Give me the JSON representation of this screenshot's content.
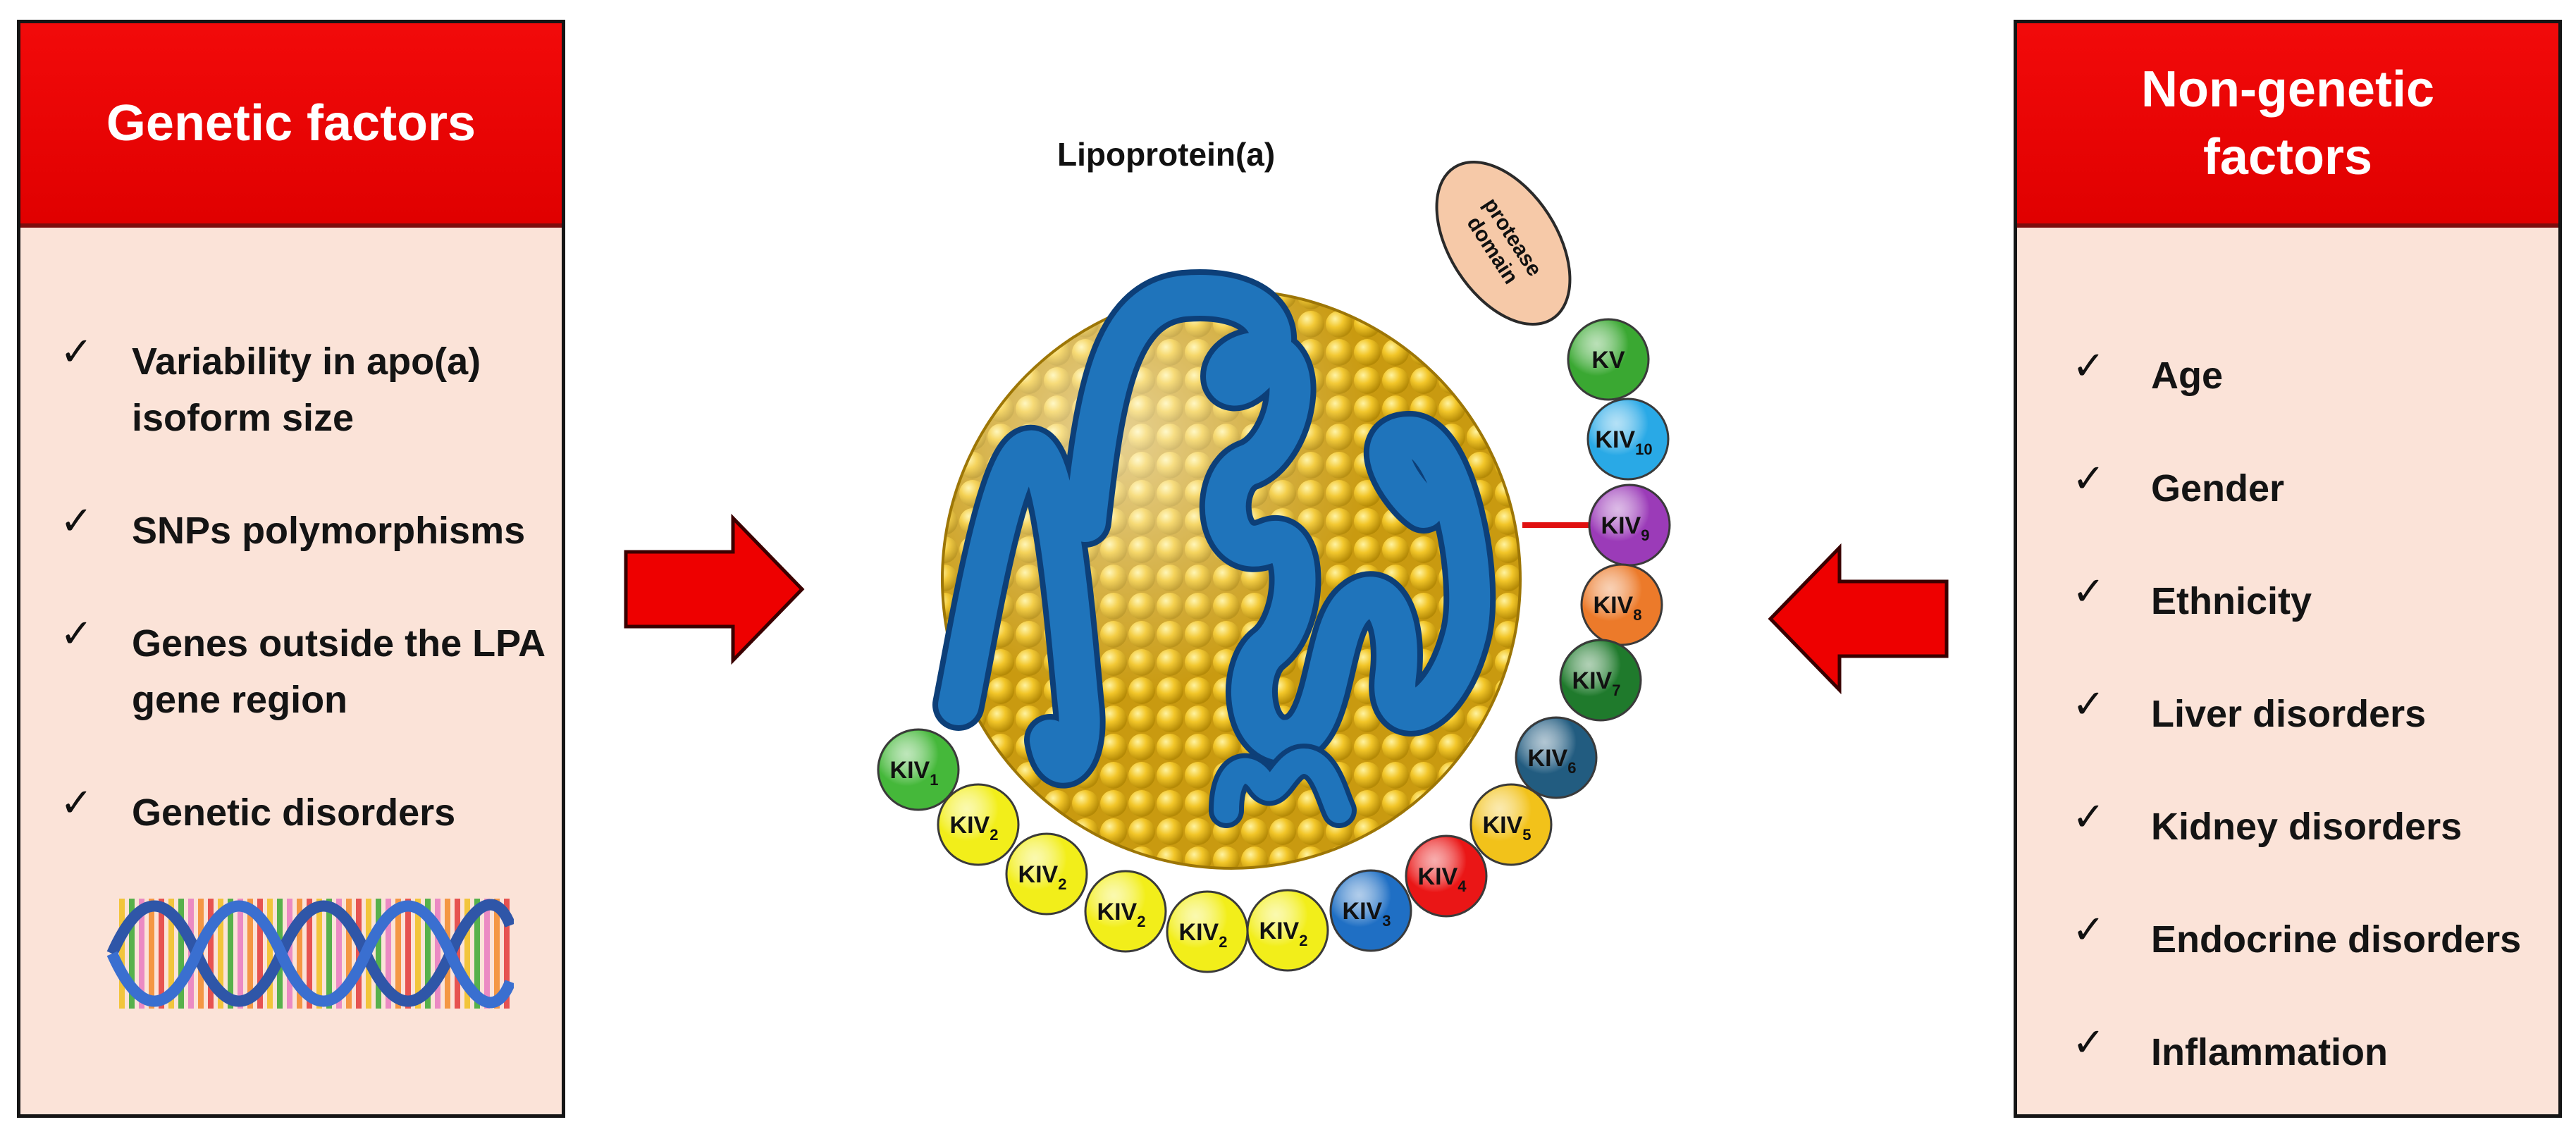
{
  "left_panel": {
    "header": "Genetic factors",
    "items": [
      "Variability in apo(a) isoform size",
      "SNPs polymorphisms",
      "Genes outside the LPA gene region",
      "Genetic disorders"
    ]
  },
  "right_panel": {
    "header": "Non-genetic factors",
    "items": [
      "Age",
      "Gender",
      "Ethnicity",
      "Liver disorders",
      "Kidney disorders",
      "Endocrine disorders",
      "Inflammation"
    ]
  },
  "center": {
    "title": "Lipoprotein(a)",
    "protease_label": "protease domain",
    "kringles": [
      {
        "main": "KV",
        "sub": "",
        "color": "#3aa832"
      },
      {
        "main": "KIV",
        "sub": "10",
        "color": "#29a9e6"
      },
      {
        "main": "KIV",
        "sub": "9",
        "color": "#9b3bb8"
      },
      {
        "main": "KIV",
        "sub": "8",
        "color": "#ec7a2a"
      },
      {
        "main": "KIV",
        "sub": "7",
        "color": "#1f7a2c"
      },
      {
        "main": "KIV",
        "sub": "6",
        "color": "#225c80"
      },
      {
        "main": "KIV",
        "sub": "5",
        "color": "#f2c21a"
      },
      {
        "main": "KIV",
        "sub": "4",
        "color": "#ea1616"
      },
      {
        "main": "KIV",
        "sub": "3",
        "color": "#1f6fc4"
      },
      {
        "main": "KIV",
        "sub": "2",
        "color": "#f2ee1a"
      },
      {
        "main": "KIV",
        "sub": "2",
        "color": "#f2ee1a"
      },
      {
        "main": "KIV",
        "sub": "2",
        "color": "#f2ee1a"
      },
      {
        "main": "KIV",
        "sub": "2",
        "color": "#f2ee1a"
      },
      {
        "main": "KIV",
        "sub": "2",
        "color": "#f2ee1a"
      },
      {
        "main": "KIV",
        "sub": "1",
        "color": "#45b83a"
      }
    ]
  },
  "check_mark": "✓",
  "colors": {
    "header_red": "#ec0000",
    "panel_bg": "#fbe3d8",
    "arrow_red": "#ee0000",
    "lipid_yellow": "#f0c020",
    "apoB_blue": "#1d6fb0"
  }
}
